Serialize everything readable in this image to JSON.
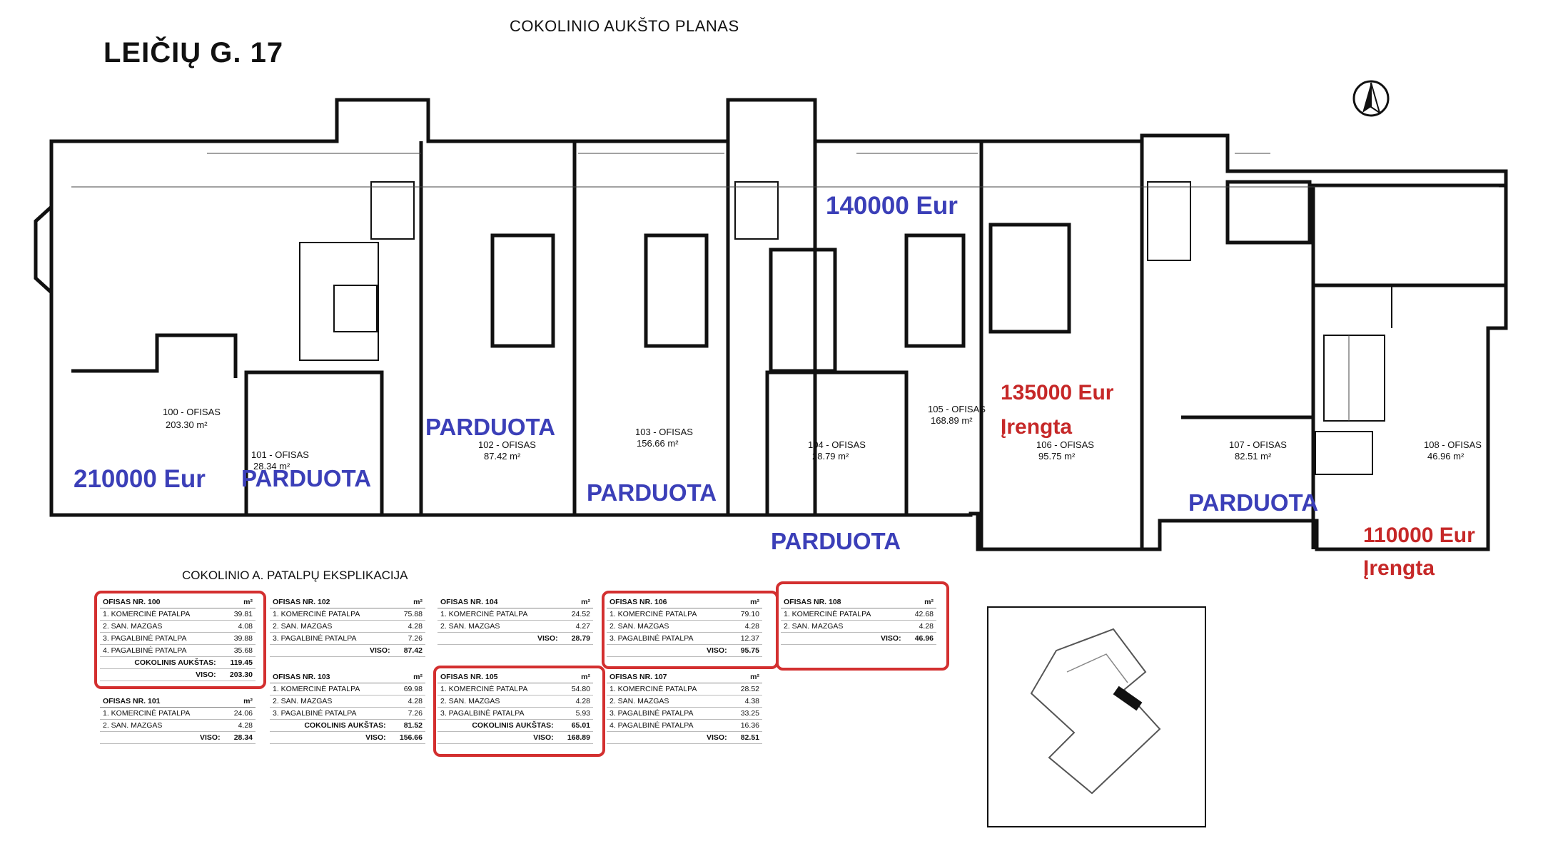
{
  "header": {
    "plan_title": "COKOLINIO AUKŠTO PLANAS",
    "address": "LEIČIŲ G. 17"
  },
  "explication_title": "COKOLINIO A. PATALPŲ EKSPLIKACIJA",
  "colors": {
    "sold_blue": "#3b3fb8",
    "price_red": "#c62828",
    "highlight_box": "#d32f2f"
  },
  "units": {
    "100": {
      "name": "100 - OFISAS",
      "area": "203.30 m²"
    },
    "101": {
      "name": "101 - OFISAS",
      "area": "28.34 m²"
    },
    "102": {
      "name": "102 - OFISAS",
      "area": "87.42 m²"
    },
    "103": {
      "name": "103 - OFISAS",
      "area": "156.66 m²"
    },
    "104": {
      "name": "104 - OFISAS",
      "area": "28.79 m²"
    },
    "105": {
      "name": "105 - OFISAS",
      "area": "168.89 m²"
    },
    "106": {
      "name": "106 - OFISAS",
      "area": "95.75 m²"
    },
    "107": {
      "name": "107 - OFISAS",
      "area": "82.51 m²"
    },
    "108": {
      "name": "108 - OFISAS",
      "area": "46.96 m²"
    }
  },
  "overlays": {
    "sold": "PARDUOTA",
    "price_100": "210000 Eur",
    "price_105": "140000 Eur",
    "price_106": "135000 Eur",
    "price_108": "110000 Eur",
    "installed": "Įrengta"
  },
  "tables": [
    {
      "title": "OFISAS NR. 100",
      "unit": "m²",
      "rows": [
        [
          "1. KOMERCINĖ PATALPA",
          "39.81"
        ],
        [
          "2. SAN. MAZGAS",
          "4.08"
        ],
        [
          "3. PAGALBINĖ PATALPA",
          "39.88"
        ],
        [
          "4. PAGALBINĖ PATALPA",
          "35.68"
        ]
      ],
      "totals": [
        [
          "COKOLINIS AUKŠTAS:",
          "119.45"
        ],
        [
          "VISO:",
          "203.30"
        ]
      ]
    },
    {
      "title": "OFISAS NR. 101",
      "unit": "m²",
      "rows": [
        [
          "1. KOMERCINĖ PATALPA",
          "24.06"
        ],
        [
          "2. SAN. MAZGAS",
          "4.28"
        ]
      ],
      "totals": [
        [
          "VISO:",
          "28.34"
        ]
      ]
    },
    {
      "title": "OFISAS NR. 102",
      "unit": "m²",
      "rows": [
        [
          "1. KOMERCINĖ PATALPA",
          "75.88"
        ],
        [
          "2. SAN. MAZGAS",
          "4.28"
        ],
        [
          "3. PAGALBINĖ PATALPA",
          "7.26"
        ]
      ],
      "totals": [
        [
          "VISO:",
          "87.42"
        ]
      ]
    },
    {
      "title": "OFISAS NR. 103",
      "unit": "m²",
      "rows": [
        [
          "1. KOMERCINĖ PATALPA",
          "69.98"
        ],
        [
          "2. SAN. MAZGAS",
          "4.28"
        ],
        [
          "3. PAGALBINĖ PATALPA",
          "7.26"
        ]
      ],
      "totals": [
        [
          "COKOLINIS AUKŠTAS:",
          "81.52"
        ],
        [
          "VISO:",
          "156.66"
        ]
      ]
    },
    {
      "title": "OFISAS NR. 104",
      "unit": "m²",
      "rows": [
        [
          "1. KOMERCINĖ PATALPA",
          "24.52"
        ],
        [
          "2. SAN. MAZGAS",
          "4.27"
        ]
      ],
      "totals": [
        [
          "VISO:",
          "28.79"
        ]
      ]
    },
    {
      "title": "OFISAS NR. 105",
      "unit": "m²",
      "rows": [
        [
          "1. KOMERCINĖ PATALPA",
          "54.80"
        ],
        [
          "2. SAN. MAZGAS",
          "4.28"
        ],
        [
          "3. PAGALBINĖ PATALPA",
          "5.93"
        ]
      ],
      "totals": [
        [
          "COKOLINIS AUKŠTAS:",
          "65.01"
        ],
        [
          "VISO:",
          "168.89"
        ]
      ]
    },
    {
      "title": "OFISAS NR. 106",
      "unit": "m²",
      "rows": [
        [
          "1. KOMERCINĖ PATALPA",
          "79.10"
        ],
        [
          "2. SAN. MAZGAS",
          "4.28"
        ],
        [
          "3. PAGALBINĖ PATALPA",
          "12.37"
        ]
      ],
      "totals": [
        [
          "VISO:",
          "95.75"
        ]
      ]
    },
    {
      "title": "OFISAS NR. 107",
      "unit": "m²",
      "rows": [
        [
          "1. KOMERCINĖ PATALPA",
          "28.52"
        ],
        [
          "2. SAN. MAZGAS",
          "4.38"
        ],
        [
          "3. PAGALBINĖ PATALPA",
          "33.25"
        ],
        [
          "4. PAGALBINĖ PATALPA",
          "16.36"
        ]
      ],
      "totals": [
        [
          "VISO:",
          "82.51"
        ]
      ]
    },
    {
      "title": "OFISAS NR. 108",
      "unit": "m²",
      "rows": [
        [
          "1. KOMERCINĖ PATALPA",
          "42.68"
        ],
        [
          "2. SAN. MAZGAS",
          "4.28"
        ]
      ],
      "totals": [
        [
          "VISO:",
          "46.96"
        ]
      ]
    }
  ],
  "icons": {
    "north_arrow": "north-arrow-icon",
    "site_plan": "site-plan-icon"
  }
}
